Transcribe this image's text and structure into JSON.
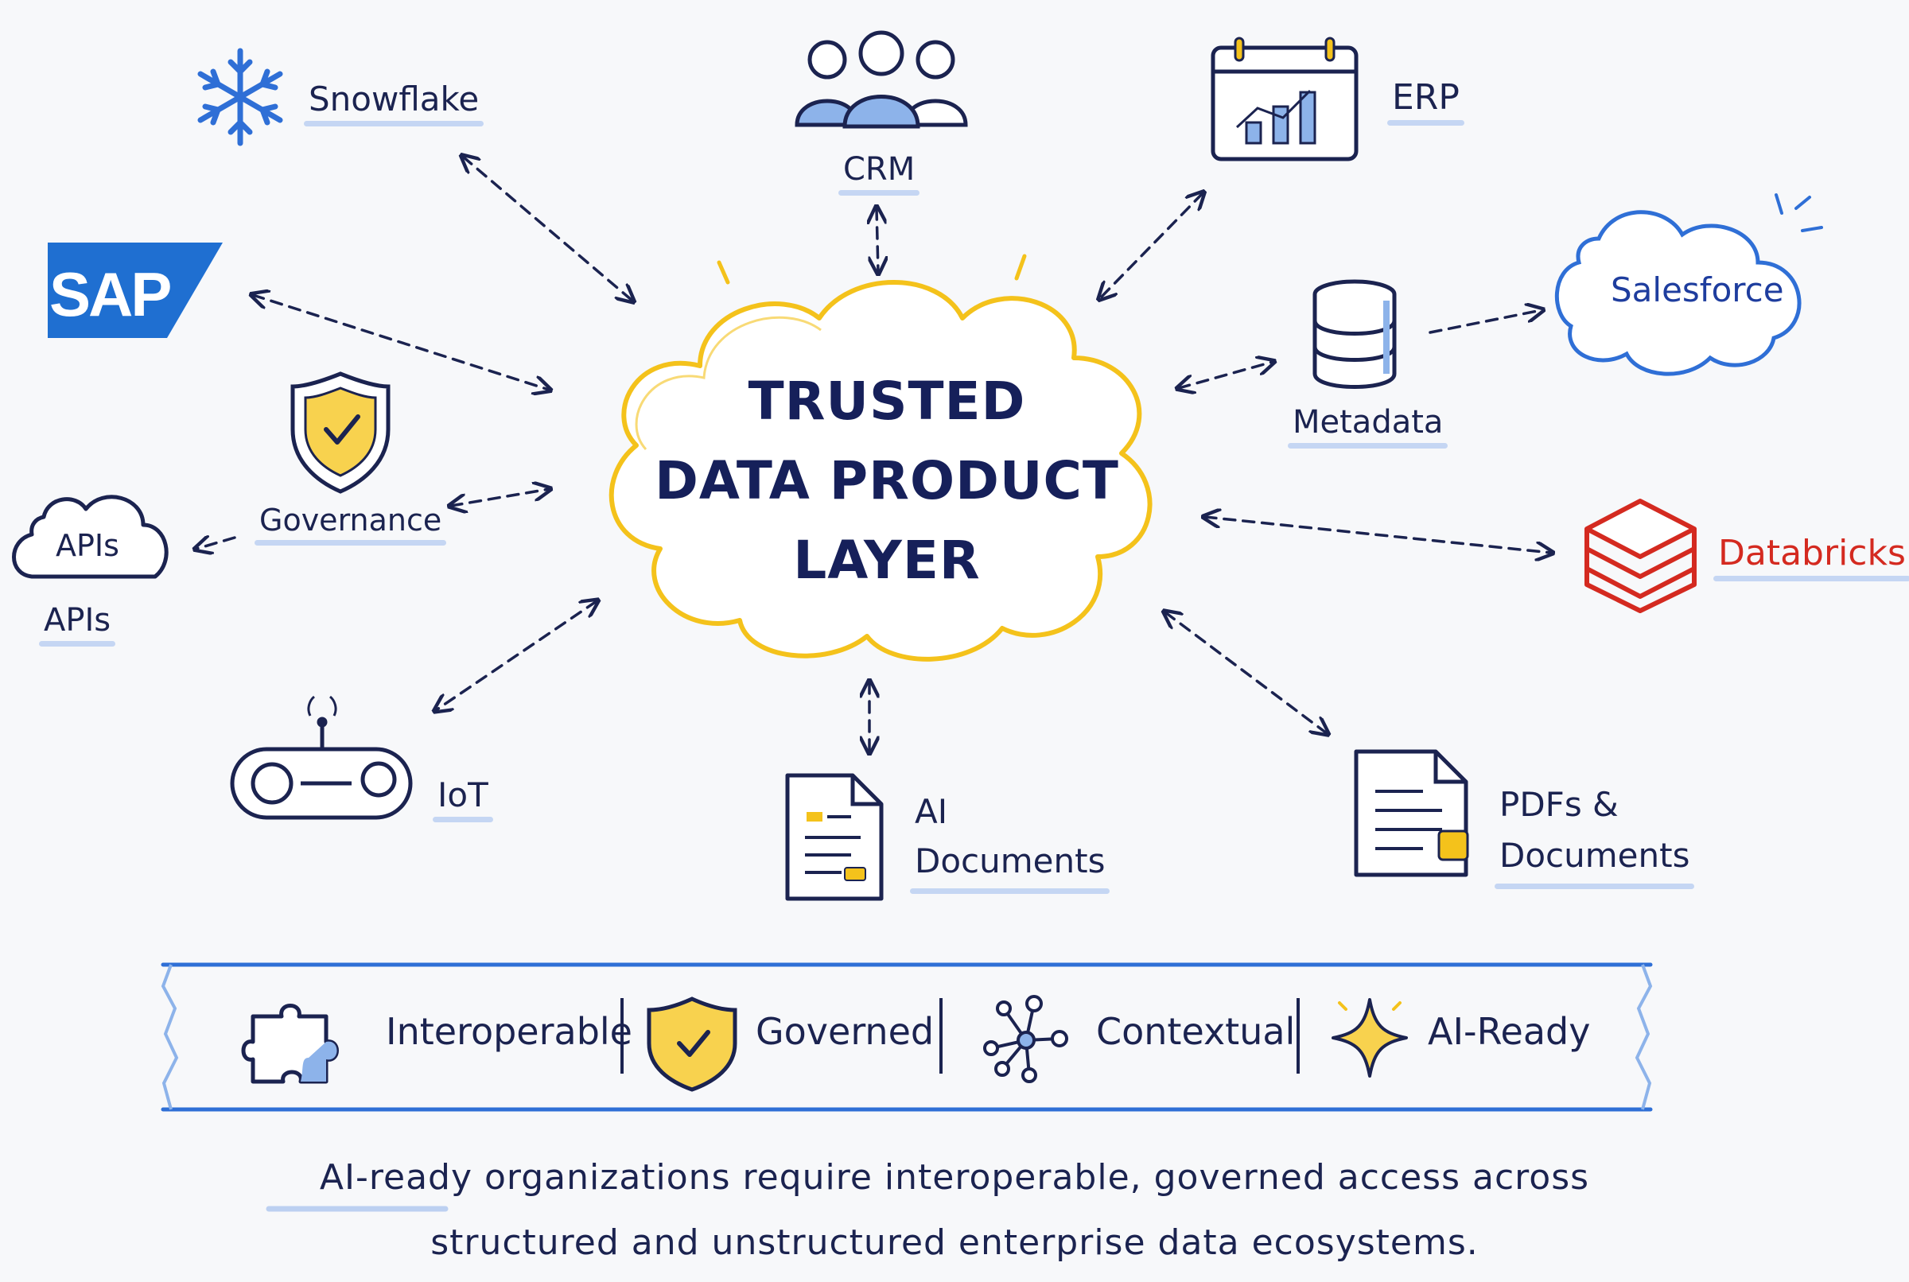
{
  "center": {
    "line1": "TRUSTED",
    "line2": "DATA PRODUCT",
    "line3": "LAYER"
  },
  "nodes": {
    "snowflake": "Snowflake",
    "crm": "CRM",
    "erp": "ERP",
    "sap": "SAP",
    "salesforce": "Salesforce",
    "metadata": "Metadata",
    "governance": "Governance",
    "apis_cloud": "APIs",
    "apis": "APIs",
    "databricks": "Databricks",
    "iot": "IoT",
    "ai_documents_line1": "AI",
    "ai_documents_line2": "Documents",
    "pdfs_line1": "PDFs &",
    "pdfs_line2": "Documents"
  },
  "pillars": [
    "Interoperable",
    "Governed",
    "Contextual",
    "AI-Ready"
  ],
  "caption": {
    "line1": "AI-ready organizations require interoperable, governed access across",
    "line2": "structured and unstructured enterprise data ecosystems."
  },
  "colors": {
    "ink": "#1b2350",
    "cloud": "#f4c21b",
    "accent_blue": "#2f6fd6",
    "sap_blue": "#1f6fd1",
    "databricks_red": "#d42a20",
    "underline": "#bcd0f1"
  }
}
